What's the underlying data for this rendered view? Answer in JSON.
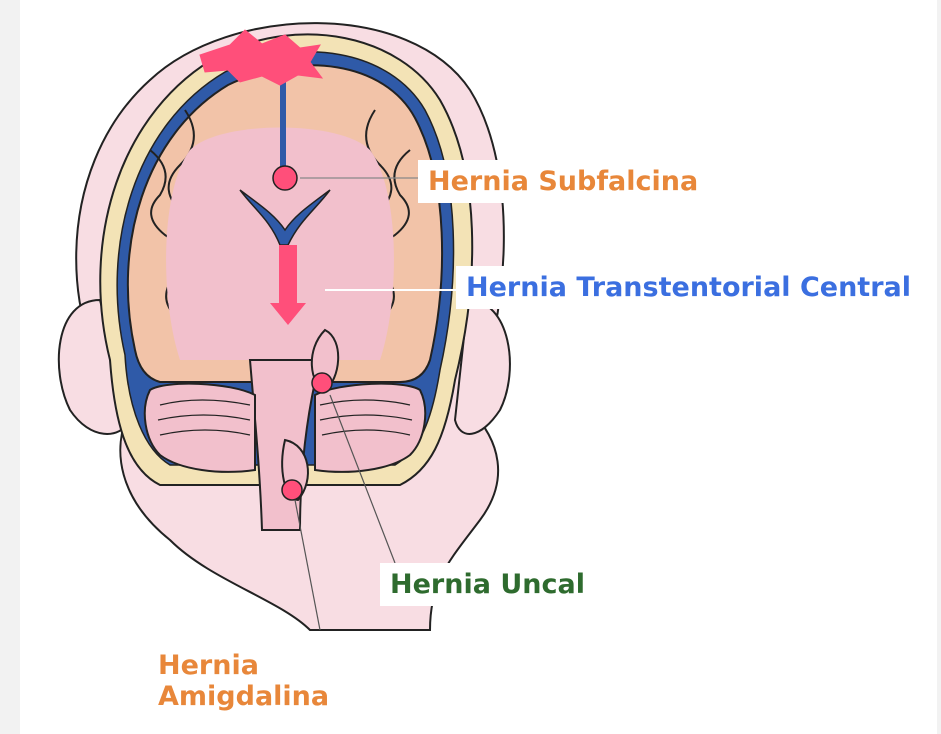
{
  "labels": {
    "subfalcina": "Hernia Subfalcina",
    "central": "Hernia Transtentorial Central",
    "uncal": "Hernia Uncal",
    "amigdalina_line1": "Hernia",
    "amigdalina_line2": "Amigdalina"
  },
  "colors": {
    "subfalcina": "#e8873a",
    "central": "#3b6fe0",
    "uncal": "#2e6b2e",
    "amigdalina": "#e8873a",
    "skin": "#f8dde3",
    "brain": "#f2c0cc",
    "cortex": "#f2c3a8",
    "csf": "#2f5aa8",
    "skull": "#f3e3b6",
    "herniation": "#ff4f7a"
  }
}
